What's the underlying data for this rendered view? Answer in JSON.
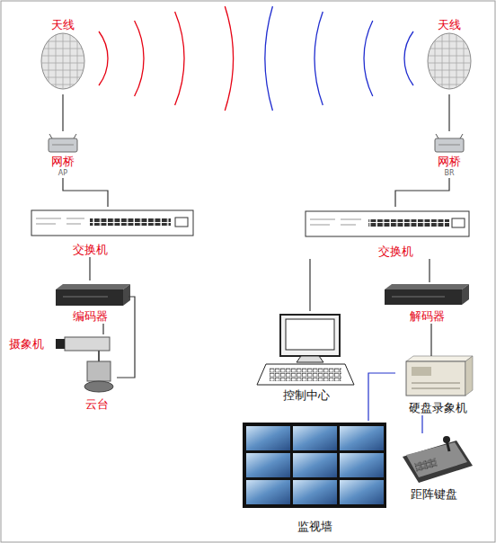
{
  "diagram": {
    "nodes": [
      {
        "text": [
          "天线"
        ]
      },
      {
        "text": [
          "天线"
        ]
      },
      {
        "text": [
          "网桥",
          "AP"
        ]
      },
      {
        "text": [
          "网桥",
          "BR"
        ]
      },
      {
        "text": [
          "交换机"
        ]
      },
      {
        "text": [
          "交换机"
        ]
      },
      {
        "text": [
          "编码器"
        ]
      },
      {
        "text": [
          "解码器"
        ]
      },
      {
        "text": [
          "摄象机"
        ]
      },
      {
        "text": [
          "控制中心"
        ]
      },
      {
        "text": [
          "硬盘录象机"
        ]
      },
      {
        "text": [
          "云台"
        ]
      },
      {
        "text": [
          "距阵键盘"
        ]
      },
      {
        "text": [
          "监视墙"
        ]
      }
    ],
    "edges": [
      {
        "from": 0,
        "to": 2,
        "arrow": "none"
      },
      {
        "from": 2,
        "to": 4,
        "arrow": "none"
      },
      {
        "from": 4,
        "to": 6,
        "arrow": "none"
      },
      {
        "from": 6,
        "to": 8,
        "arrow": "none"
      },
      {
        "from": 6,
        "to": 11,
        "arrow": "none"
      },
      {
        "from": 1,
        "to": 3,
        "arrow": "none"
      },
      {
        "from": 3,
        "to": 5,
        "arrow": "none"
      },
      {
        "from": 5,
        "to": 9,
        "arrow": "none"
      },
      {
        "from": 5,
        "to": 7,
        "arrow": "none"
      },
      {
        "from": 7,
        "to": 10,
        "arrow": "none"
      },
      {
        "from": 10,
        "to": 13,
        "arrow": "none"
      },
      {
        "from": 10,
        "to": 12,
        "arrow": "none"
      }
    ]
  }
}
